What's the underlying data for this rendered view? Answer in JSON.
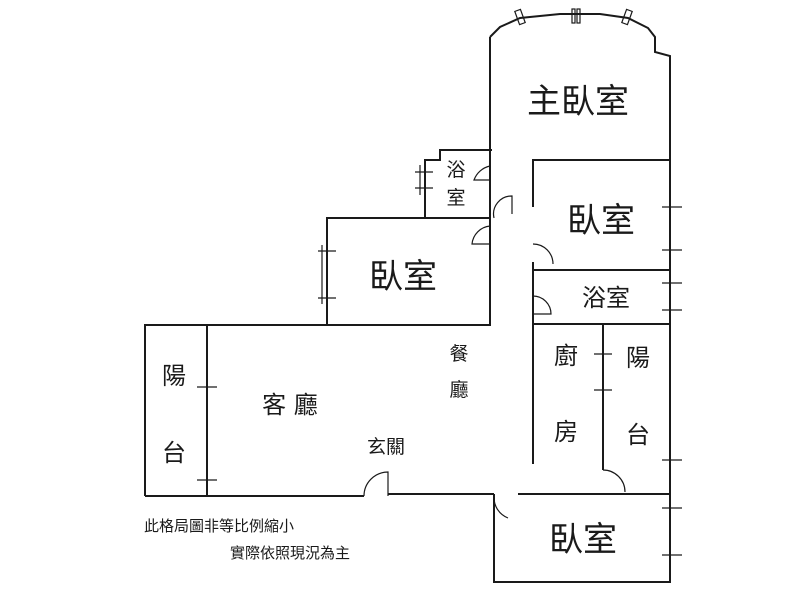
{
  "rooms": {
    "master_bedroom": "主臥室",
    "bedroom_right": "臥室",
    "bedroom_middle": "臥室",
    "bedroom_bottom": "臥室",
    "bath_small_1": "浴",
    "bath_small_2": "室",
    "bath_right": "浴室",
    "dining_1": "餐",
    "dining_2": "廳",
    "living": "客 廳",
    "foyer": "玄關",
    "kitchen_1": "廚",
    "kitchen_2": "房",
    "balcony_left_1": "陽",
    "balcony_left_2": "台",
    "balcony_right_1": "陽",
    "balcony_right_2": "台"
  },
  "notes": {
    "line1": "此格局圖非等比例縮小",
    "line2": "實際依照現況為主"
  }
}
